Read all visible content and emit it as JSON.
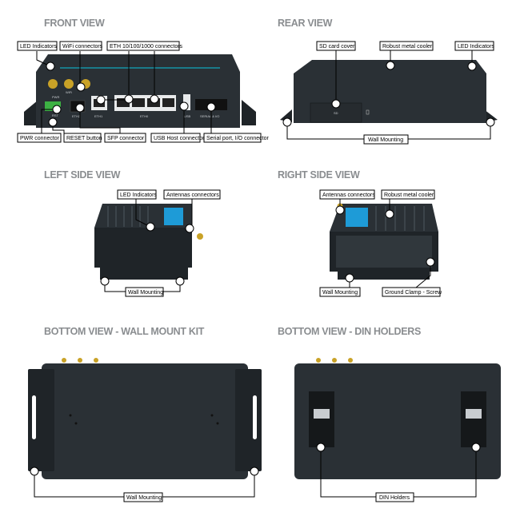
{
  "sections": {
    "front": "FRONT VIEW",
    "rear": "REAR VIEW",
    "left": "LEFT SIDE VIEW",
    "right": "RIGHT SIDE VIEW",
    "bottom_wall": "BOTTOM VIEW - WALL MOUNT KIT",
    "bottom_din": "BOTTOM VIEW - DIN HOLDERS"
  },
  "front_labels": {
    "led": "LED Indicators",
    "wifi": "WiFi connectors",
    "eth": "ETH 10/100/1000 connectors",
    "pwr": "PWR connector",
    "reset": "RESET button",
    "sfp": "SFP connector",
    "usb": "USB Host connector",
    "serial": "Serial port, I/O connector"
  },
  "front_port_text": {
    "pwr": "PWR",
    "wifi": "WiFi",
    "rst": "RST",
    "eth2": "ETH2",
    "eth1": "ETH1",
    "eth0": "ETH0",
    "usb": "USB",
    "serial": "SERIAL & I/O"
  },
  "rear_labels": {
    "sd": "SD card cover",
    "cooler": "Robust metal cooler",
    "led": "LED Indicators",
    "wall": "Wall Mounting",
    "sd_text": "SD"
  },
  "left_labels": {
    "led": "LED Indicators",
    "antennas": "Antennas connectors",
    "wall": "Wall Mounting"
  },
  "right_labels": {
    "antennas": "Antennas connectors",
    "cooler": "Robust metal cooler",
    "wall": "Wall Mounting",
    "ground": "Ground Clamp - Screw"
  },
  "bottom_wall_labels": {
    "wall": "Wall Mounting"
  },
  "bottom_din_labels": {
    "din": "DIN Holders"
  },
  "colors": {
    "device": "#2a3035",
    "title": "#8a8d90",
    "accent": "#1e9bd7",
    "antenna": "#c9a227",
    "power_connector": "#3cb043"
  }
}
